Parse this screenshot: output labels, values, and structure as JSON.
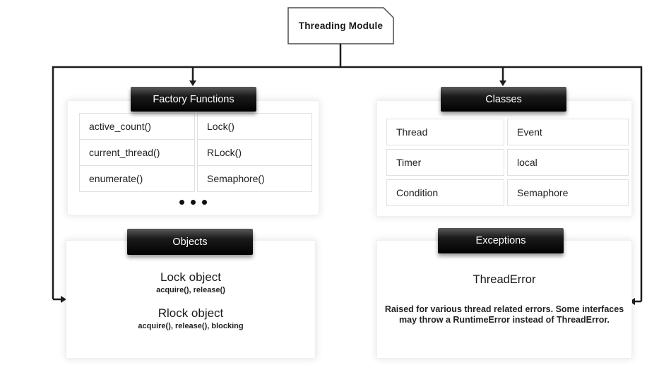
{
  "diagram": {
    "root": {
      "label": "Threading Module"
    },
    "factory_functions": {
      "title": "Factory Functions",
      "left_column": [
        "active_count()",
        "current_thread()",
        "enumerate()"
      ],
      "right_column": [
        "Lock()",
        "RLock()",
        "Semaphore()"
      ],
      "more_indicator": "..."
    },
    "classes": {
      "title": "Classes",
      "left_column": [
        "Thread",
        "Timer",
        "Condition"
      ],
      "right_column": [
        "Event",
        "local",
        "Semaphore"
      ]
    },
    "objects": {
      "title": "Objects",
      "entries": [
        {
          "name": "Lock object",
          "methods": "acquire(), release()"
        },
        {
          "name": "Rlock object",
          "methods": "acquire(), release(), blocking"
        }
      ]
    },
    "exceptions": {
      "title": "Exceptions",
      "name": "ThreadError",
      "description": "Raised for various thread related errors. Some interfaces may throw a RuntimeError instead of ThreadError."
    },
    "colors": {
      "header_background": "#000000",
      "header_text": "#ffffff",
      "connector_line": "#1c1c1c",
      "cell_border": "#e0e0e0",
      "panel_background": "#ffffff"
    }
  }
}
